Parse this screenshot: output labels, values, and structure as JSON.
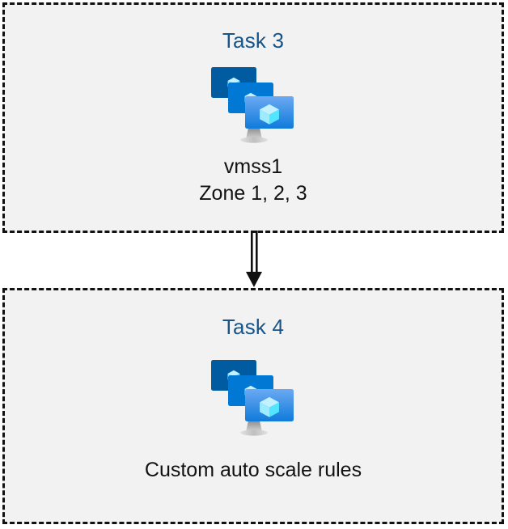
{
  "diagram": {
    "background_color": "#ffffff",
    "box_fill_color": "#f2f2f2",
    "box_border_color": "#111111",
    "heading_color": "#16548a",
    "caption_color": "#121212"
  },
  "boxes": [
    {
      "id": "task-3",
      "heading": "Task 3",
      "icon": "vm-scale-set-icon",
      "caption_lines": [
        "vmss1",
        "Zone 1, 2, 3"
      ]
    },
    {
      "id": "task-4",
      "heading": "Task 4",
      "icon": "vm-scale-set-icon",
      "caption_lines": [
        "Custom auto scale rules"
      ]
    }
  ],
  "connector": {
    "name": "down-arrow",
    "style": "double-line-with-solid-arrowhead",
    "color": "#111111",
    "direction": "down",
    "from": "task-3",
    "to": "task-4"
  },
  "icon_palette": {
    "monitor_back": "#005BA1",
    "monitor_mid": "#0078D4",
    "monitor_front_top": "#5EA0EF",
    "monitor_front_bottom": "#0F7BDB",
    "cube_top": "#C3F1FF",
    "cube_left": "#9CEBFF",
    "cube_right": "#50E6FF",
    "stand": "#B3B3B3"
  }
}
